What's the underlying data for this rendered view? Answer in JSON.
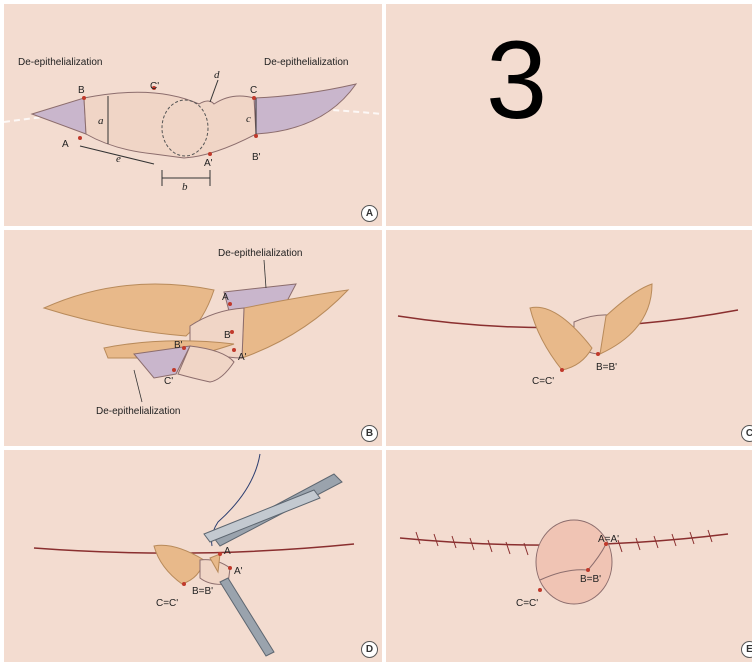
{
  "big_number": "3",
  "panel_a": {
    "badge": "A",
    "label_left": "De-epithelialization",
    "label_right": "De-epithelialization",
    "points": {
      "A": "A",
      "B": "B",
      "C_prime": "C'",
      "C": "C",
      "A_prime": "A'",
      "B_prime": "B'"
    },
    "dims": {
      "a": "a",
      "b": "b",
      "c": "c",
      "d": "d",
      "e": "e"
    }
  },
  "panel_b": {
    "badge": "B",
    "label_top": "De-epithelialization",
    "label_bottom": "De-epithelialization",
    "points": {
      "A": "A",
      "B": "B",
      "B_prime": "B'",
      "A_prime": "A'",
      "C_prime": "C'"
    }
  },
  "panel_c": {
    "badge": "C",
    "points": {
      "cc": "C=C'",
      "bb": "B=B'"
    }
  },
  "panel_d": {
    "badge": "D",
    "points": {
      "A": "A",
      "A_prime": "A'",
      "cc": "C=C'",
      "bb": "B=B'"
    }
  },
  "panel_e": {
    "badge": "E",
    "points": {
      "aa": "A=A'",
      "bb": "B=B'",
      "cc": "C=C'"
    }
  },
  "colors": {
    "background": "#f3dcd0",
    "flap": "#e8b98a",
    "deepi": "#c9b6cc",
    "suture": "#8a2f2f"
  }
}
